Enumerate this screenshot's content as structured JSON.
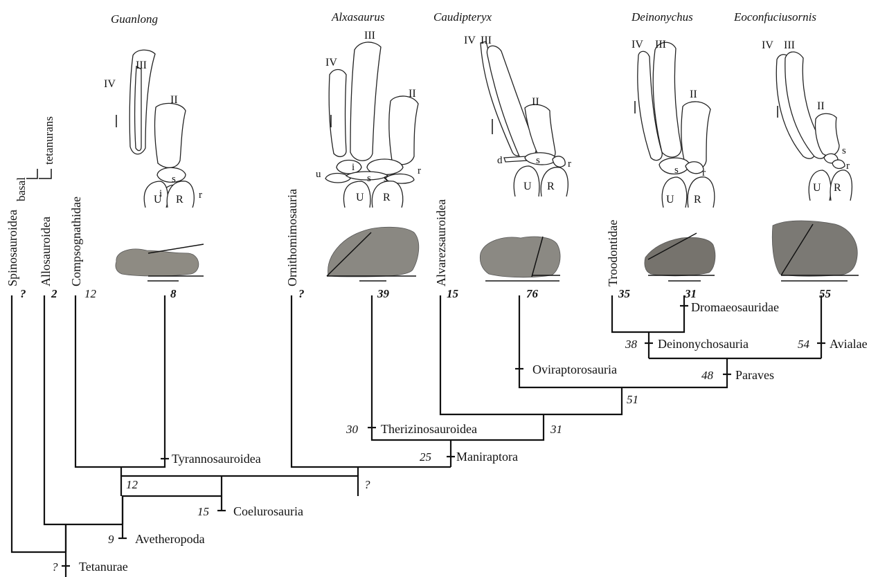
{
  "genera": [
    "Guanlong",
    "Alxasaurus",
    "Caudipteryx",
    "Deinonychus",
    "Eoconfuciusornis"
  ],
  "rotated_taxa": {
    "spinosauroidea": "Spinosauroidea",
    "basal": "basal",
    "allosauroidea": "Allosauroidea",
    "tetanurans": "tetanurans",
    "compsognathidae": "Compsognathidae",
    "ornithomimosauria": "Ornithomimosauria",
    "alvarezsauroidea": "Alvarezsauroidea",
    "troodontidae": "Troodontidae"
  },
  "tip_values": {
    "spinosauroidea": "?",
    "allosauroidea": "2",
    "compsognathidae": "12",
    "guanlong": "8",
    "ornithomimosauria": "?",
    "alxasaurus": "39",
    "alvarezsauroidea": "15",
    "caudipteryx": "76",
    "troodontidae": "35",
    "deinonychus": "31",
    "eoconfuciusornis": "55"
  },
  "clades": {
    "dromaeosauridae": "Dromaeosauridae",
    "deinonychosauria": {
      "label": "Deinonychosauria",
      "value": "38"
    },
    "avialae": {
      "label": "Avialae",
      "value": "54"
    },
    "oviraptorosauria": "Oviraptorosauria",
    "paraves": {
      "label": "Paraves",
      "value": "48"
    },
    "node_51": "51",
    "therizinosauroidea": {
      "label": "Therizinosauroidea",
      "value": "30"
    },
    "node_31": "31",
    "tyrannosauroidea": "Tyrannosauroidea",
    "maniraptora": {
      "label": "Maniraptora",
      "value": "25"
    },
    "node_12": "12",
    "node_q": "?",
    "coelurosauria": {
      "label": "Coelurosauria",
      "value": "15"
    },
    "avetheropoda": {
      "label": "Avetheropoda",
      "value": "9"
    },
    "tetanurae": {
      "label": "Tetanurae",
      "value": "?"
    }
  },
  "digits": {
    "ii": "II",
    "iii": "III",
    "iv": "IV"
  },
  "bone_labels": {
    "s": "s",
    "i": "i",
    "r": "r",
    "u": "u",
    "d": "d",
    "U": "U",
    "R": "R"
  }
}
